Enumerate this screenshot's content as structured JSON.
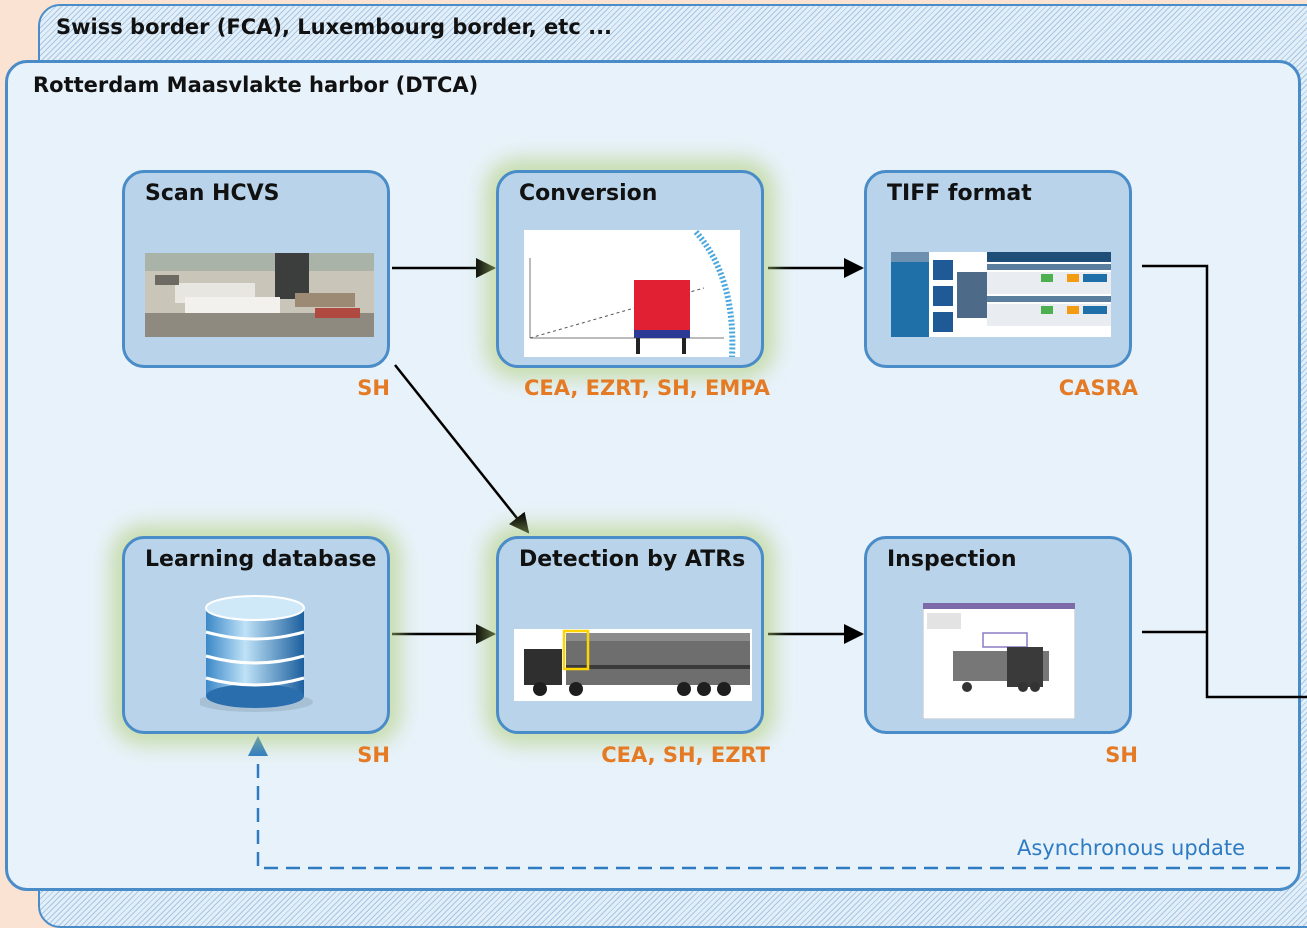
{
  "outer": {
    "title": "Swiss border (FCA), Luxembourg border, etc ..."
  },
  "inner": {
    "title": "Rotterdam Maasvlakte harbor (DTCA)"
  },
  "nodes": {
    "scan": {
      "title": "Scan HCVS",
      "credit": "SH"
    },
    "conversion": {
      "title": "Conversion",
      "credit": "CEA, EZRT, SH, EMPA"
    },
    "tiff": {
      "title": "TIFF format",
      "credit": "CASRA"
    },
    "learning": {
      "title": "Learning database",
      "credit": "SH"
    },
    "detection": {
      "title": "Detection by ATRs",
      "credit": "CEA, SH, EZRT"
    },
    "inspection": {
      "title": "Inspection",
      "credit": "SH"
    }
  },
  "async_label": "Asynchronous update",
  "colors": {
    "border": "#4a8cc7",
    "node_fill": "#b9d4ea",
    "credit": "#e57a25",
    "async": "#2e7bc4",
    "glow": "#b0cd78"
  },
  "icons": [
    "aerial-photo",
    "conversion-diagram",
    "tiff-structure-diagram",
    "database-icon",
    "xray-truck",
    "inspection-screenshot"
  ]
}
